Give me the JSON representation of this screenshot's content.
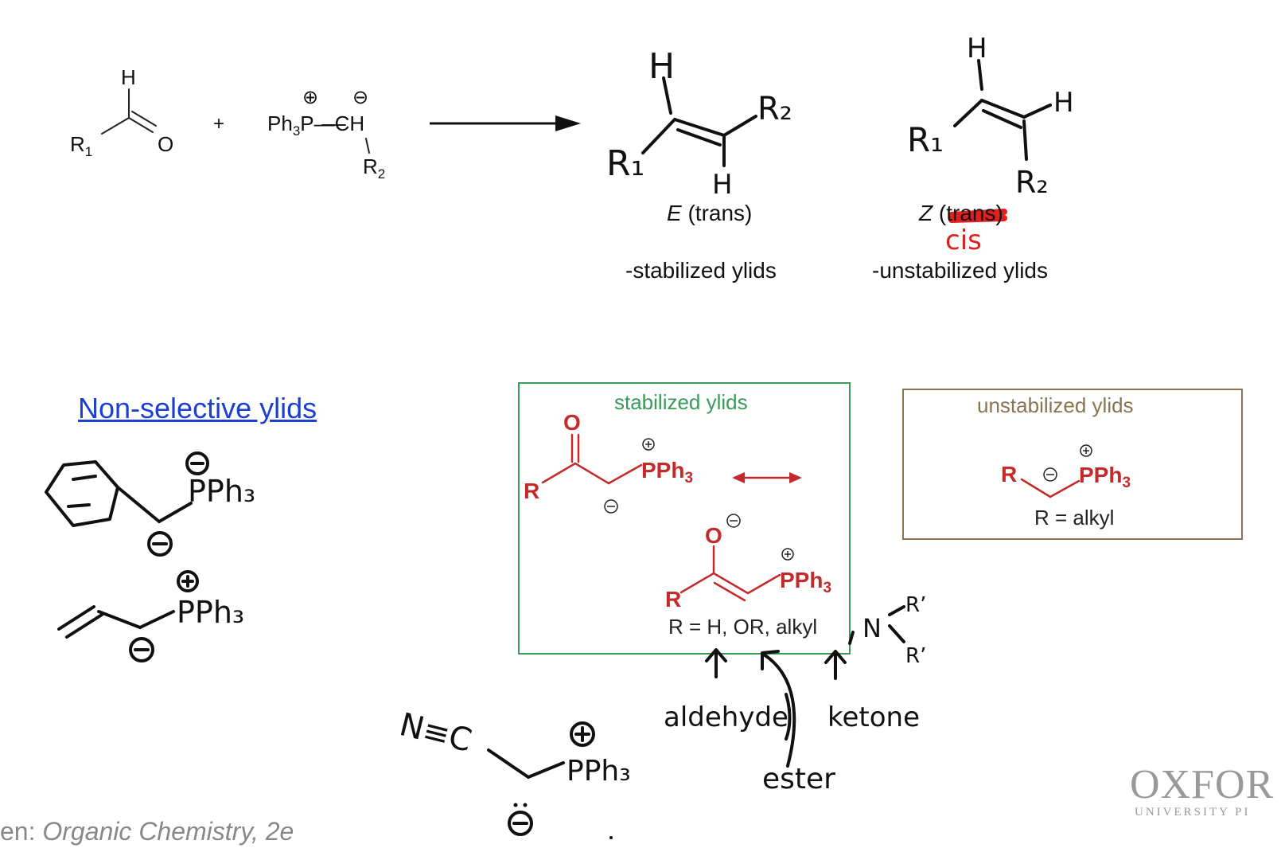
{
  "top_reaction": {
    "aldehyde": {
      "h": "H",
      "r": "R",
      "r_sub": "1",
      "o": "O"
    },
    "plus": "+",
    "ylid": {
      "formula_pre": "Ph",
      "formula_sub": "3",
      "formula_post": "P—CH",
      "plus_charge": "⊕",
      "minus_charge": "⊖",
      "r": "R",
      "r_sub": "2"
    }
  },
  "products": {
    "e_label_letter": "E",
    "e_label_rest": "(trans)",
    "e_note": "-stabilized ylids",
    "z_label_letter": "Z",
    "z_label_open": "(",
    "z_label_struck": "trans",
    "z_label_close": ")",
    "z_correction": "cis",
    "z_note": "-unstabilized ylids",
    "hand_e": {
      "h_top": "H",
      "r2": "R₂",
      "r1": "R₁",
      "h_bottom": "H"
    },
    "hand_z": {
      "h_top": "H",
      "h_right": "H",
      "r1": "R₁",
      "r2": "R₂"
    }
  },
  "non_selective": {
    "title": "Non-selective ylids",
    "pph3_1": "PPh₃",
    "pph3_2": "PPh₃"
  },
  "stabilized_box": {
    "title": "stabilized ylids",
    "o1": "O",
    "r1": "R",
    "pph3_1": "PPh",
    "pph3_1_sub": "3",
    "o2": "O",
    "r2": "R",
    "pph3_2": "PPh",
    "pph3_2_sub": "3",
    "r_def": "R = H, OR, alkyl",
    "title_color": "#3a9a5a",
    "border_color": "#3a9a5a"
  },
  "unstabilized_box": {
    "title": "unstabilized ylids",
    "r": "R",
    "pph3": "PPh",
    "pph3_sub": "3",
    "r_def": "R = alkyl",
    "title_color": "#8a7350",
    "border_color": "#8a7350"
  },
  "annotations": {
    "aldehyde": "aldehyde",
    "ester": "ester",
    "ketone": "ketone",
    "amide_n": "N",
    "amide_r1": "R’",
    "amide_r2": "R’",
    "nitrile": "N≡C",
    "nitrile_pph3": "PPh₃"
  },
  "footer": {
    "citation_pre": "en: ",
    "citation_title": "Organic Chemistry, 2e",
    "oxford": "OXFOR",
    "oxford_sub": "UNIVERSITY PI"
  },
  "colors": {
    "red": "#c52a2a",
    "link_blue": "#1a3fd1",
    "gray_text": "#888888"
  }
}
